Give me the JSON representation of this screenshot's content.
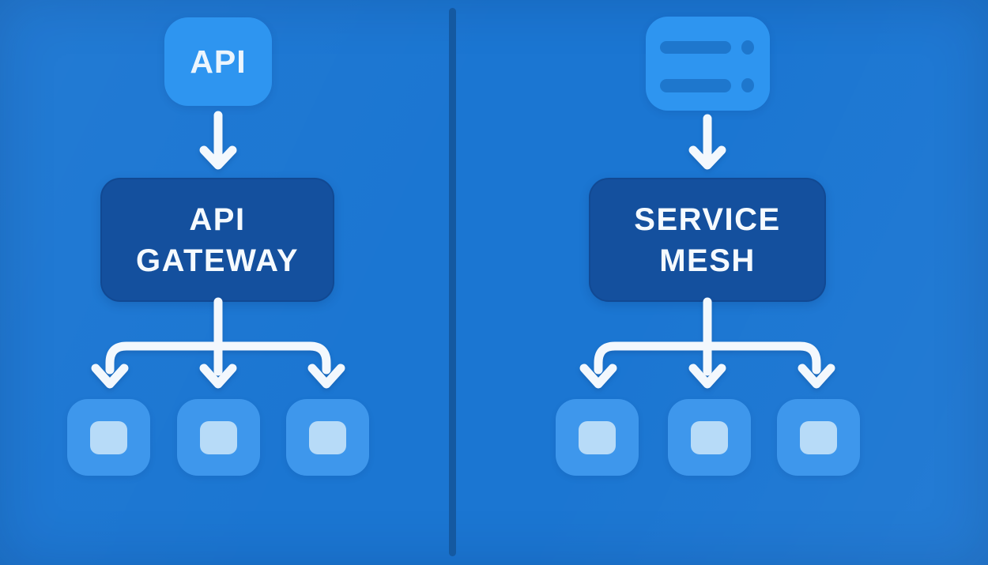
{
  "diagram": {
    "left": {
      "source": {
        "label": "API",
        "icon": "api-badge-icon"
      },
      "hub": {
        "line1": "API",
        "line2": "GATEWAY"
      },
      "service_count": 3
    },
    "right": {
      "source": {
        "icon": "server-icon"
      },
      "hub": {
        "line1": "SERVICE",
        "line2": "MESH"
      },
      "service_count": 3
    }
  },
  "colors": {
    "background": "#1b76d2",
    "light_node": "#2e95f0",
    "dark_node": "#14509e",
    "arrow": "#f3f8fd",
    "text": "#f5fafe",
    "service_outer": "#3e97ec",
    "service_inner": "#b7dbf8",
    "server_detail": "#1e77cd",
    "divider": "#1459a1"
  }
}
